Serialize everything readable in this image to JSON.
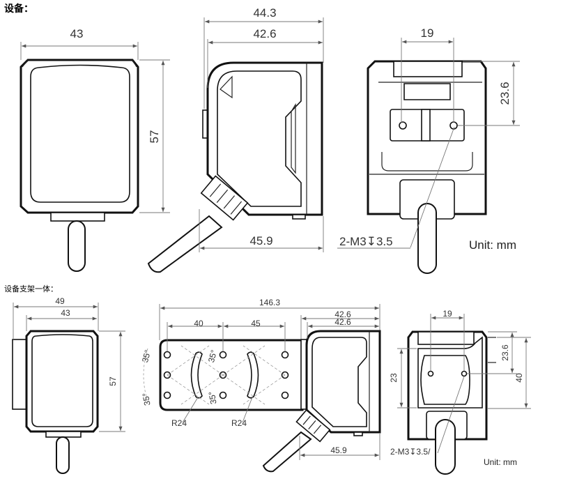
{
  "section1": {
    "title": "设备：",
    "front": {
      "width": "43",
      "height": "57"
    },
    "side": {
      "overall": "44.3",
      "depth": "42.6",
      "bottom": "45.9"
    },
    "back": {
      "spacing": "19",
      "height": "23.6"
    },
    "callout": "2-M3↧3.5",
    "unit": "Unit: mm"
  },
  "section2": {
    "title": "设备支架一体：",
    "front": {
      "width_outer": "49",
      "width_inner": "43",
      "height": "57"
    },
    "bracket": {
      "overall": "146.3",
      "spacing_left": "40",
      "spacing_right": "45",
      "angle": "35°",
      "radius": "R24"
    },
    "side": {
      "depth_top": "42.6",
      "depth_second": "42.6",
      "bottom": "45.9"
    },
    "back": {
      "spacing": "19",
      "height_a": "23.6",
      "height_b": "23",
      "height_c": "40"
    },
    "callout": "2-M3↧3.5/",
    "unit": "Unit: mm"
  }
}
